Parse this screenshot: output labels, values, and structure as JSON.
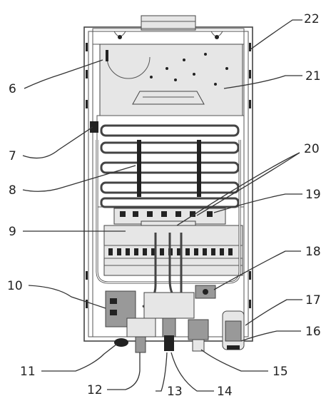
{
  "labels": [
    "6",
    "7",
    "8",
    "9",
    "10",
    "11",
    "12",
    "13",
    "14",
    "15",
    "16",
    "17",
    "18",
    "19",
    "20",
    "21",
    "22"
  ]
}
